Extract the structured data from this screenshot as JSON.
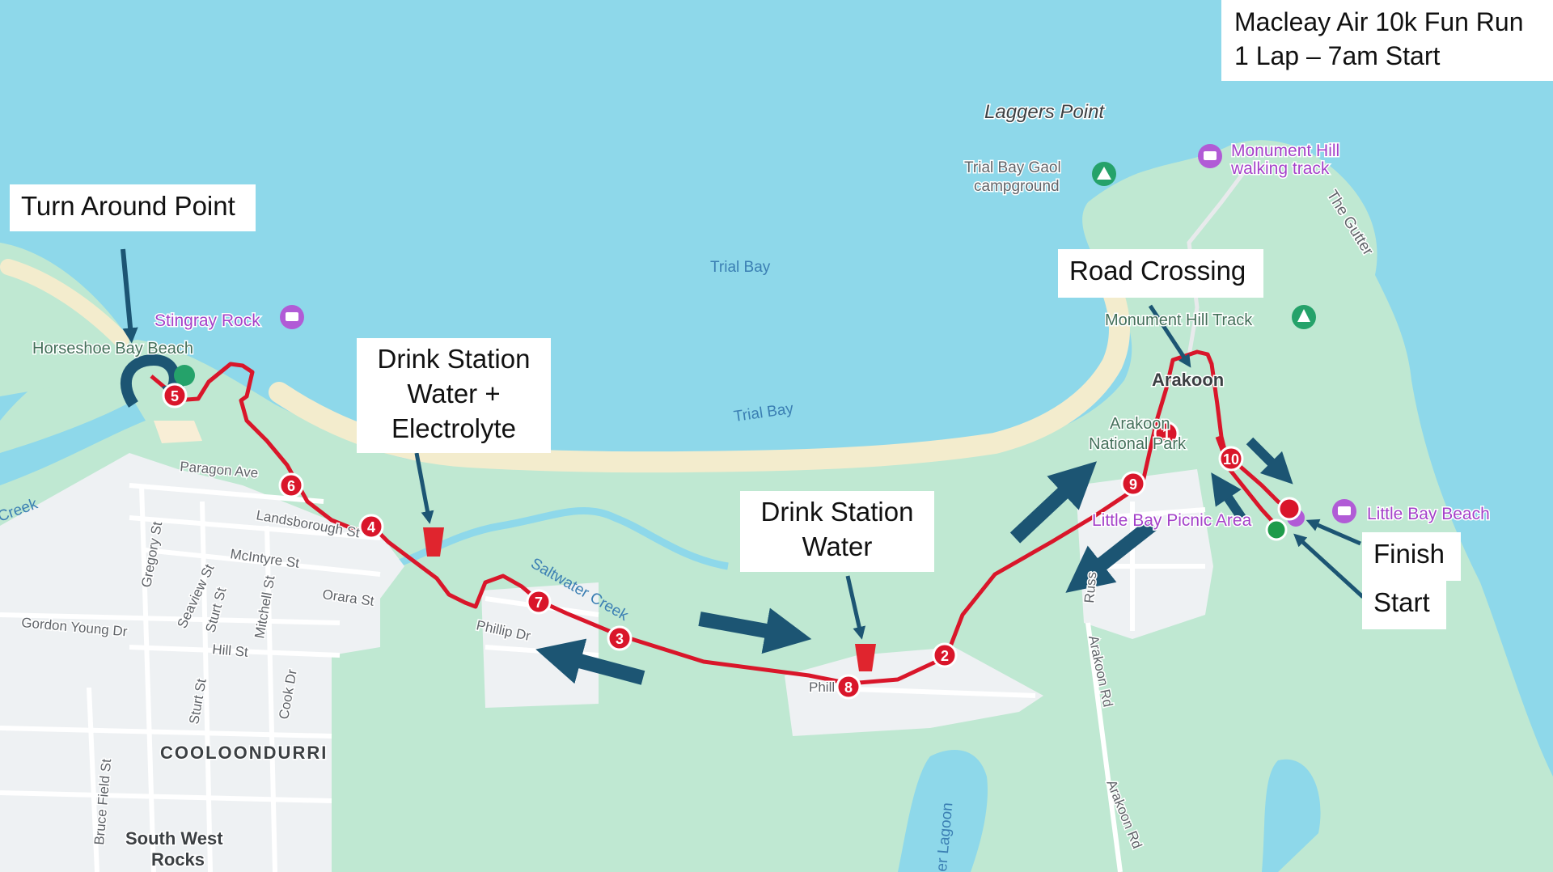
{
  "title": {
    "line1": "Macleay Air 10k Fun Run",
    "line2": "1 Lap – 7am Start"
  },
  "callouts": {
    "turn_around": "Turn Around Point",
    "drink_station_1": [
      "Drink Station",
      "Water +",
      "Electrolyte"
    ],
    "drink_station_2": [
      "Drink Station",
      "Water"
    ],
    "road_crossing": "Road Crossing",
    "finish": "Finish",
    "start": "Start"
  },
  "place_labels": {
    "laggers_point": "Laggers Point",
    "trial_bay_gaol_1": "Trial Bay Gaol",
    "trial_bay_gaol_2": "campground",
    "monument_hill_walk_1": "Monument Hill",
    "monument_hill_walk_2": "walking track",
    "the_gutter": "The Gutter",
    "trial_bay_1": "Trial Bay",
    "trial_bay_2": "Trial Bay",
    "monument_hill_track": "Monument Hill Track",
    "arakoon": "Arakoon",
    "arakoon_np_1": "Arakoon",
    "arakoon_np_2": "National Park",
    "little_bay_picnic": "Little Bay Picnic Area",
    "little_bay_beach": "Little Bay Beach",
    "stingray_rock": "Stingray Rock",
    "horseshoe_bay": "Horseshoe Bay Beach",
    "creek": "Creek",
    "saltwater_creek": "Saltwater Creek",
    "cooloondurri": "COOLOONDURRI",
    "south_west_rocks_1": "South West",
    "south_west_rocks_2": "Rocks",
    "lagoon": "er Lagoon"
  },
  "streets": {
    "paragon_ave": "Paragon Ave",
    "landsborough_st": "Landsborough St",
    "mcintyre_st": "McIntyre St",
    "orara_st": "Orara St",
    "gregory_st": "Gregory St",
    "seaview_st": "Seaview St",
    "sturt_st": "Sturt St",
    "mitchell_st": "Mitchell St",
    "gordon_young_dr": "Gordon Young Dr",
    "hill_st": "Hill St",
    "sturt_st_2": "Sturt St",
    "cook_dr": "Cook Dr",
    "bruce_field_st": "Bruce Field St",
    "phillip_dr": "Phillip Dr",
    "phillip_short": "Phill",
    "arakoon_rd_1": "Arakoon Rd",
    "arakoon_rd_2": "Arakoon Rd",
    "russell": "Russ"
  },
  "markers": [
    "1",
    "2",
    "3",
    "4",
    "5",
    "6",
    "7",
    "8",
    "9",
    "10"
  ],
  "colors": {
    "water": "#8ed8ea",
    "land": "#bfe8d2",
    "beach": "#f3eccd",
    "urban": "#eef1f3",
    "route": "#d9162a",
    "arrow": "#1c5573",
    "start": "#1e9b4a",
    "finish": "#d9162a"
  }
}
